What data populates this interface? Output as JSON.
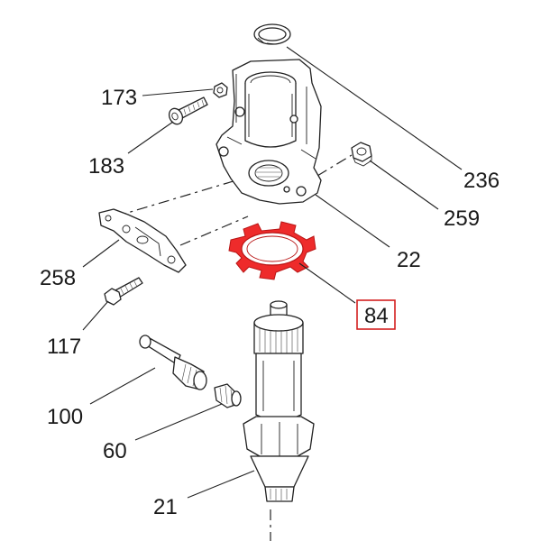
{
  "labels": {
    "p173": "173",
    "p183": "183",
    "p258": "258",
    "p117": "117",
    "p100": "100",
    "p60": "60",
    "p21": "21",
    "p236": "236",
    "p259": "259",
    "p22": "22",
    "p84": "84"
  },
  "highlight": {
    "part": "84",
    "fill_color": "#ee2b2b",
    "box_color": "#d42020"
  }
}
